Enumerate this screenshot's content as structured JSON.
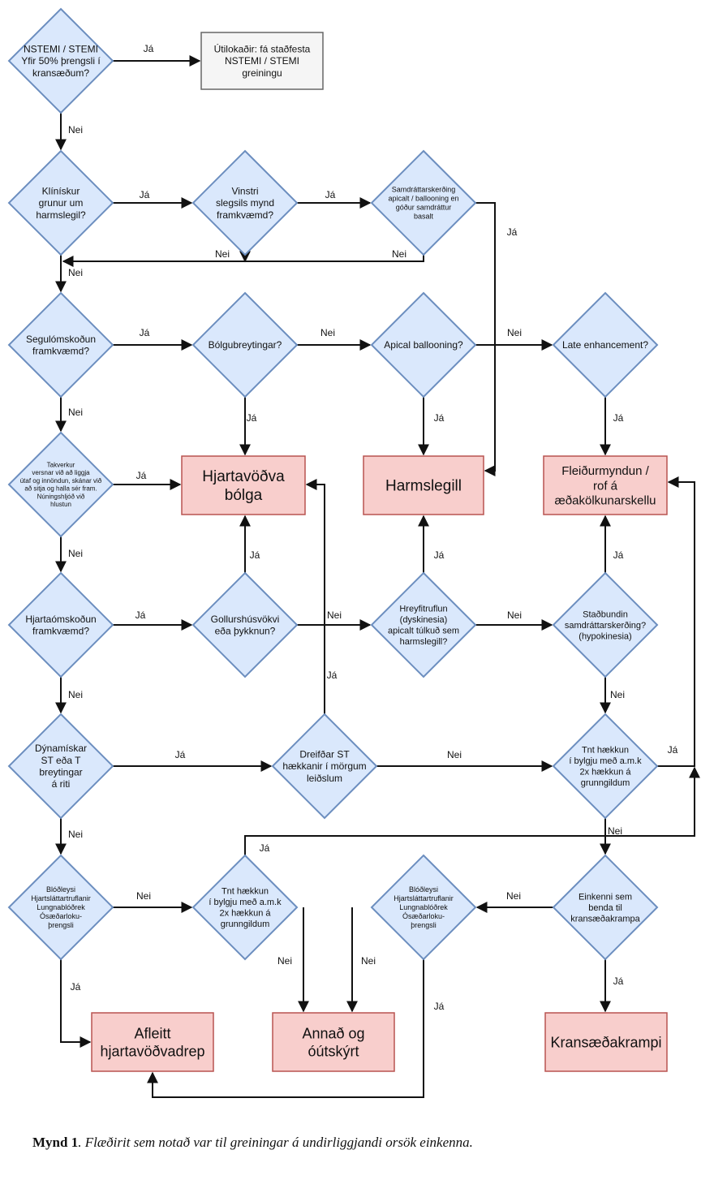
{
  "decisions": {
    "d1": [
      "NSTEMI / STEMI",
      "Yfir 50% þrengsli í",
      "kransæðum?"
    ],
    "d2": [
      "Klínískur",
      "grunur um",
      "harmslegil?"
    ],
    "d3": [
      "Vinstri",
      "slegsils mynd",
      "framkvæmd?"
    ],
    "d4": [
      "Samdráttarskerðing",
      "apicalt / ballooning en",
      "góður samdráttur",
      "basalt"
    ],
    "d5": [
      "Segulómskoðun",
      "framkvæmd?"
    ],
    "d6": [
      "Bólgubreytingar?"
    ],
    "d7": [
      "Apical ballooning?"
    ],
    "d8": [
      "Late enhancement?"
    ],
    "d9": [
      "Takverkur",
      "versnar við að liggja",
      "útaf og innöndun, skánar við",
      "að sitja og halla sér fram.",
      "Núningshljóð við",
      "hlustun"
    ],
    "d10": [
      "Hjartaómskoðun",
      "framkvæmd?"
    ],
    "d11": [
      "Gollurshúsvökvi",
      "eða þykknun?"
    ],
    "d12": [
      "Hreyfitruflun",
      "(dyskinesia)",
      "apicalt túlkuð sem",
      "harmslegill?"
    ],
    "d13": [
      "Staðbundin",
      "samdráttarskerðing?",
      "(hypokinesia)"
    ],
    "d14": [
      "Dýnamískar",
      "ST eða T",
      "breytingar",
      "á riti"
    ],
    "d15": [
      "Dreifðar ST",
      "hækkanir í mörgum",
      "leiðslum"
    ],
    "d16": [
      "Tnt hækkun",
      "í bylgju með a.m.k",
      "2x hækkun á",
      "grunngildum"
    ],
    "d17": [
      "Blóðleysi",
      "Hjartsláttartruflanir",
      "Lungnablóðrek",
      "Ósæðarloku-",
      "þrengsli"
    ],
    "d18": [
      "Tnt hækkun",
      "í bylgju með a.m.k",
      "2x hækkun á",
      "grunngildum"
    ],
    "d19": [
      "Blóðleysi",
      "Hjartsláttartruflanir",
      "Lungnablóðrek",
      "Ósæðarloku-",
      "þrengsli"
    ],
    "d20": [
      "Einkenni sem",
      "benda til",
      "kransæðakrampa"
    ]
  },
  "boxes": {
    "excl": [
      "Útilokaðir: fá staðfesta",
      "NSTEMI / STEMI",
      "greiningu"
    ],
    "myo": [
      "Hjartavöðva",
      "bólga"
    ],
    "tako": [
      "Harmslegill"
    ],
    "plaque": [
      "Fleiðurmyndun /",
      "rof á",
      "æðakölkunarskellu"
    ],
    "type2": [
      "Afleitt",
      "hjartavöðvadrep"
    ],
    "other": [
      "Annað og",
      "óútskýrt"
    ],
    "spasm": [
      "Kransæðakrampi"
    ]
  },
  "labels": {
    "yes": "Já",
    "no": "Nei"
  },
  "caption": {
    "label": "Mynd 1",
    "text": ". Flæðirit sem notað var til greiningar á undirliggjandi orsök einkenna."
  }
}
